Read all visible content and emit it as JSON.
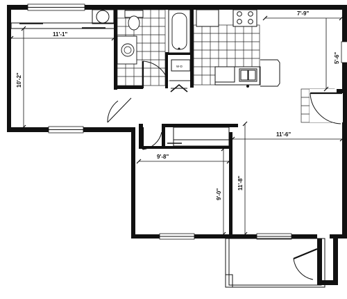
{
  "dimensions": {
    "bedroom1_width": "11'-1\"",
    "bedroom1_height": "10'-2\"",
    "kitchen_width": "7'-9\"",
    "kitchen_height": "5'-6\"",
    "living_width": "11'-6\"",
    "living_height": "11'-8\"",
    "bedroom2_width": "9'-8\"",
    "bedroom2_height": "9'-0\""
  },
  "appliance_label": "W-D"
}
